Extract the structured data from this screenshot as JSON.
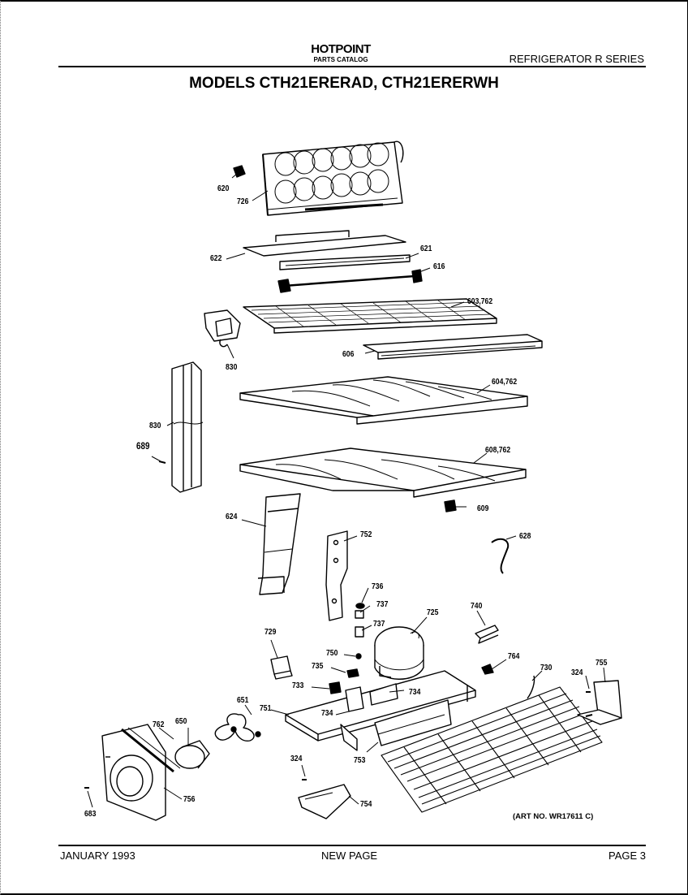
{
  "header": {
    "brand": "HOTPOINT",
    "brand_sub": "PARTS CATALOG",
    "series": "REFRIGERATOR  R  SERIES",
    "models": "MODELS CTH21ERERAD, CTH21ERERWH"
  },
  "parts": {
    "p620": "620",
    "p726": "726",
    "p622": "622",
    "p621": "621",
    "p616": "616",
    "p603": "603,762",
    "p830a": "830",
    "p606": "606",
    "p604": "604,762",
    "p830b": "830",
    "p689": "689",
    "p608": "608,762",
    "p609": "609",
    "p624": "624",
    "p752": "752",
    "p628": "628",
    "p736": "736",
    "p737a": "737",
    "p737b": "737",
    "p725": "725",
    "p740": "740",
    "p729": "729",
    "p750": "750",
    "p735": "735",
    "p764": "764",
    "p730": "730",
    "p324a": "324",
    "p755": "755",
    "p733": "733",
    "p734a": "734",
    "p651": "651",
    "p751": "751",
    "p734b": "734",
    "p762": "762",
    "p650": "650",
    "p753": "753",
    "p324b": "324",
    "p683": "683",
    "p756": "756",
    "p754": "754"
  },
  "art_no": "(ART NO. WR17611 C)",
  "footer": {
    "date": "JANUARY 1993",
    "page_status": "NEW PAGE",
    "page": "PAGE 3"
  }
}
